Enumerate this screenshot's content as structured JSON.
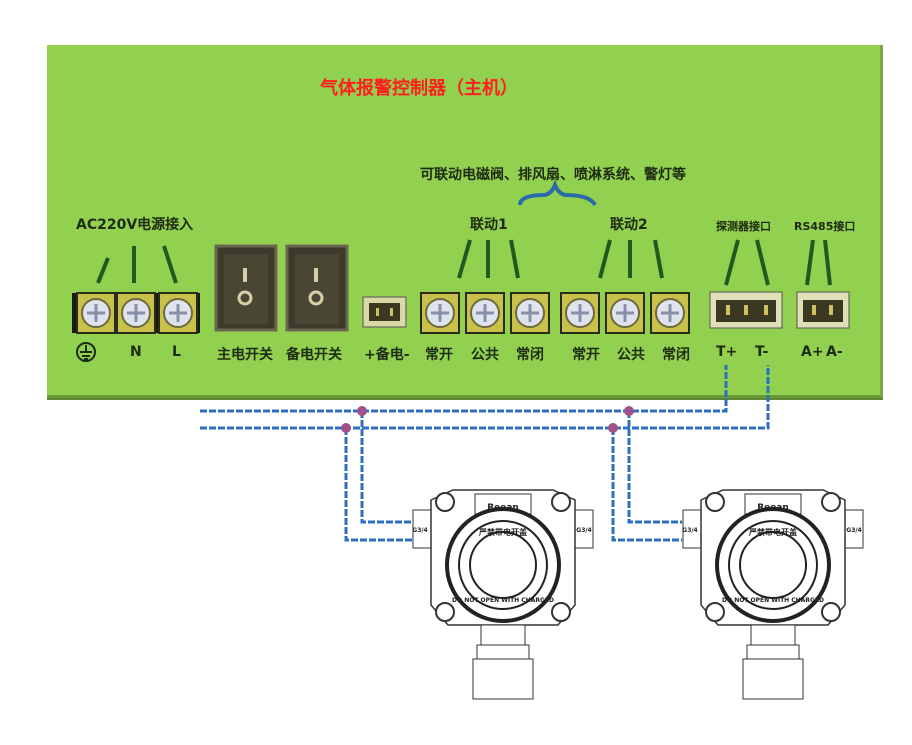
{
  "controller": {
    "title": "气体报警控制器（主机）",
    "linkage_note": "可联动电磁阀、排风扇、喷淋系统、警灯等",
    "power_input_label": "AC220V电源接入",
    "power_terminals": [
      "N",
      "L"
    ],
    "main_switch": "主电开关",
    "backup_switch": "备电开关",
    "backup_power": "+备电-",
    "linkage1": {
      "label": "联动1",
      "terminals": [
        "常开",
        "公共",
        "常闭"
      ]
    },
    "linkage2": {
      "label": "联动2",
      "terminals": [
        "常开",
        "公共",
        "常闭"
      ]
    },
    "detector_port": {
      "label": "探测器接口",
      "terminals": [
        "T+",
        "T-"
      ]
    },
    "rs485_port": {
      "label": "RS485接口",
      "terminals": [
        "A+",
        "A-"
      ]
    }
  },
  "detector": {
    "brand": "Reean",
    "warning_cn": "严禁带电开盖",
    "warning_en": "DO NOT OPEN WITH CHARGED",
    "thread": "G3/4"
  },
  "colors": {
    "panel": "#92d050",
    "title": "#ff1f1f",
    "wire": "#2f6fc0",
    "junction": "#a0508a"
  }
}
